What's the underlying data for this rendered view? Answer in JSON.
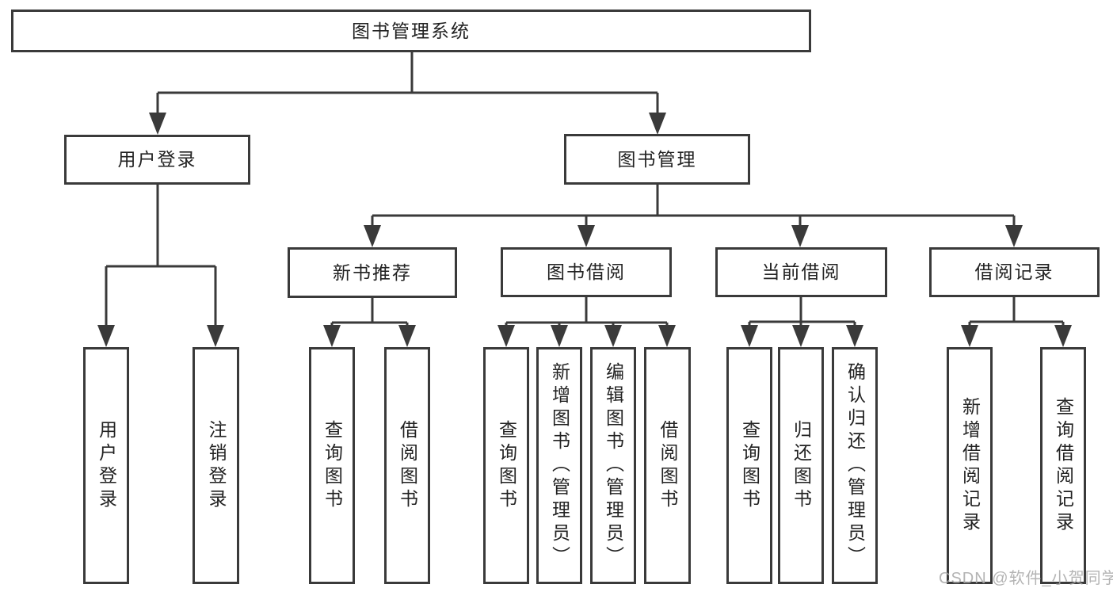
{
  "colors": {
    "line": "#3a3a3a",
    "text": "#222222",
    "watermark": "#a8a8a8",
    "background": "#ffffff"
  },
  "watermark": "CSDN @软件_小贺同学",
  "tree": {
    "root": "图书管理系统",
    "level2": [
      "用户登录",
      "图书管理"
    ],
    "level3": [
      "新书推荐",
      "图书借阅",
      "当前借阅",
      "借阅记录"
    ],
    "leaves": {
      "user_login": [
        "用户登录",
        "注销登录"
      ],
      "new_book_recommend": [
        "查询图书",
        "借阅图书"
      ],
      "book_borrow": [
        "查询图书",
        "新增图书（管理员）",
        "编辑图书（管理员）",
        "借阅图书"
      ],
      "current_borrow": [
        "查询图书",
        "归还图书",
        "确认归还（管理员）"
      ],
      "borrow_records": [
        "新增借阅记录",
        "查询借阅记录"
      ]
    }
  }
}
